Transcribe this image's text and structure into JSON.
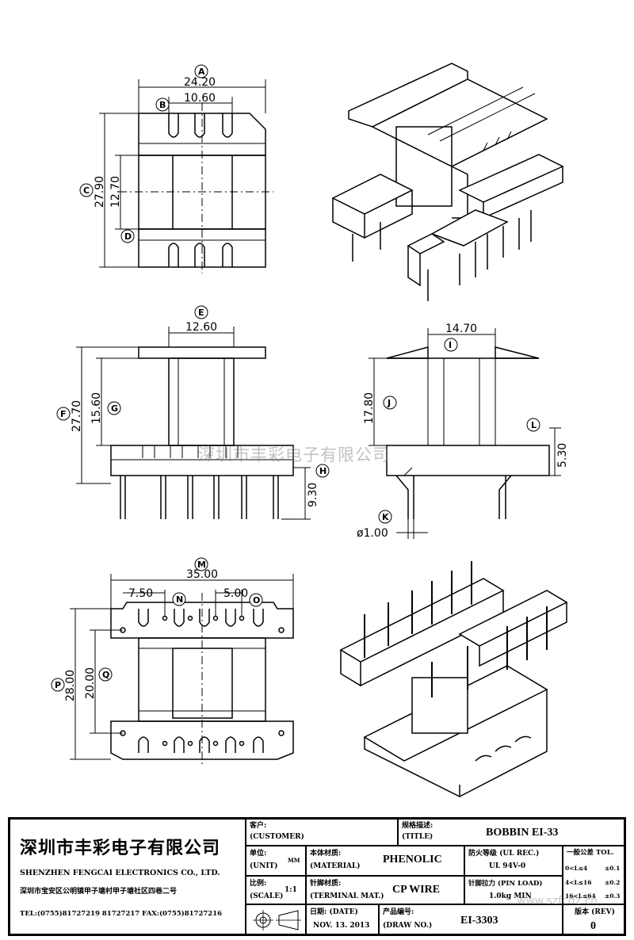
{
  "dimensions": {
    "top_view": {
      "A": "24.20",
      "B": "10.60",
      "C": "27.90",
      "D_value": "12.70"
    },
    "front_view": {
      "E": "12.60",
      "F": "27.70",
      "G": "15.60",
      "H": "9.30"
    },
    "side_view": {
      "I": "14.70",
      "J": "17.80",
      "L": "5.30",
      "K": "ø1.00"
    },
    "bottom_view": {
      "M": "35.00",
      "N": "7.50",
      "O": "5.00",
      "P": "28.00",
      "Q": "20.00"
    }
  },
  "labels": [
    "A",
    "B",
    "C",
    "D",
    "E",
    "F",
    "G",
    "H",
    "I",
    "J",
    "K",
    "L",
    "M",
    "N",
    "O",
    "P",
    "Q"
  ],
  "watermark": "深圳市丰彩电子有限公司",
  "title_block": {
    "company_cn": "深圳市丰彩电子有限公司",
    "company_en": "SHENZHEN FENGCAI ELECTRONICS CO., LTD.",
    "address": "深圳市宝安区公明镇甲子塘村甲子塘社区四巷二号",
    "contact": "TEL:(0755)81727219  81727217   FAX:(0755)81727216",
    "customer_label_cn": "客户:",
    "customer_label_en": "(CUSTOMER)",
    "title_label_cn": "规格描述:",
    "title_label_en": "(TITLE)",
    "title_value": "BOBBIN EI-33",
    "unit_label_cn": "单位:",
    "unit_label_en": "(UNIT)",
    "unit_value": "MM",
    "material_label_cn": "本体材质:",
    "material_label_en": "(MATERIAL)",
    "material_value": "PHENOLIC",
    "flame_label": "防火等级 (UL REC.)",
    "flame_value": "UL 94V-0",
    "tol_title": "一般公差 TOL.",
    "tol_rows": [
      {
        "range": "0<L≤4",
        "value": "±0.1"
      },
      {
        "range": "4<L≤16",
        "value": "±0.2"
      },
      {
        "range": "16<L≤64",
        "value": "±0.3"
      }
    ],
    "scale_label_cn": "比例:",
    "scale_label_en": "(SCALE)",
    "scale_value": "1:1",
    "terminal_label_cn": "针脚材质:",
    "terminal_label_en": "(TERMINAL MAT.)",
    "terminal_value": "CP WIRE",
    "pinload_label": "针脚拉力 (PIN LOAD)",
    "pinload_value": "1.0kg MIN",
    "date_label": "日期: (DATE)",
    "date_value": "NOV. 13. 2013",
    "drawno_label_cn": "产品编号:",
    "drawno_label_en": "(DRAW NO.)",
    "drawno_value": "EI-3303",
    "rev_label": "版本 (REV)",
    "rev_value": "0",
    "site_watermark": "www.szfcdz.cn"
  }
}
